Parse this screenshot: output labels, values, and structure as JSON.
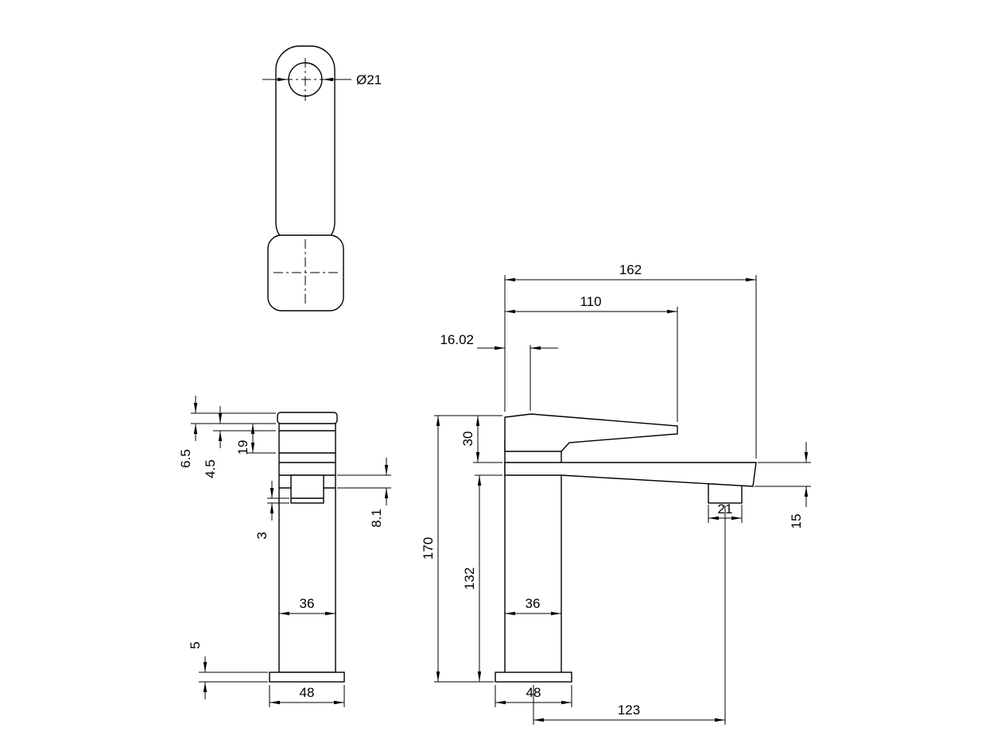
{
  "drawing": {
    "background": "#ffffff",
    "line_color": "#000000",
    "views": {
      "top_view": {
        "name": "handle plan view",
        "dims": {
          "hole_diameter": "Ø21"
        }
      },
      "side_view": {
        "name": "side elevation",
        "dims": {
          "handle_plate_height": "6.5",
          "collar_height": "4.5",
          "head_height": "19",
          "aerator_lip": "3",
          "spout_thickness": "8.1",
          "body_width": "36",
          "base_height": "5",
          "base_width": "48"
        }
      },
      "front_view": {
        "name": "front elevation",
        "dims": {
          "spout_reach_overall": "162",
          "handle_reach": "110",
          "handle_top_width": "16.02",
          "handle_height": "30",
          "overall_height": "170",
          "spout_underside_height": "132",
          "aerator_width": "21",
          "spout_tip_height": "15",
          "body_width": "36",
          "base_width": "48",
          "aerator_offset": "123"
        }
      }
    }
  }
}
